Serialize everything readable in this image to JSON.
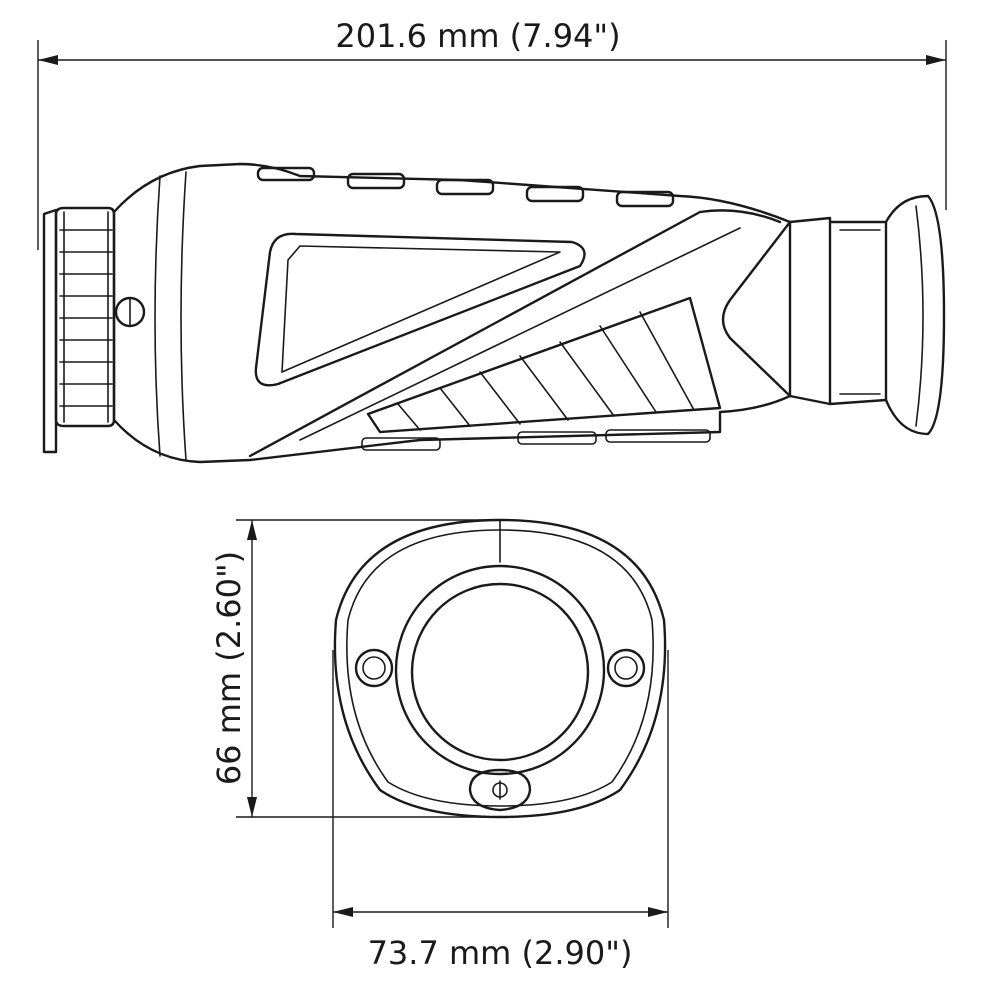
{
  "dimensions": {
    "length": "201.6 mm (7.94\")",
    "width": "73.7 mm (2.90\")",
    "height": "66 mm (2.60\")"
  }
}
